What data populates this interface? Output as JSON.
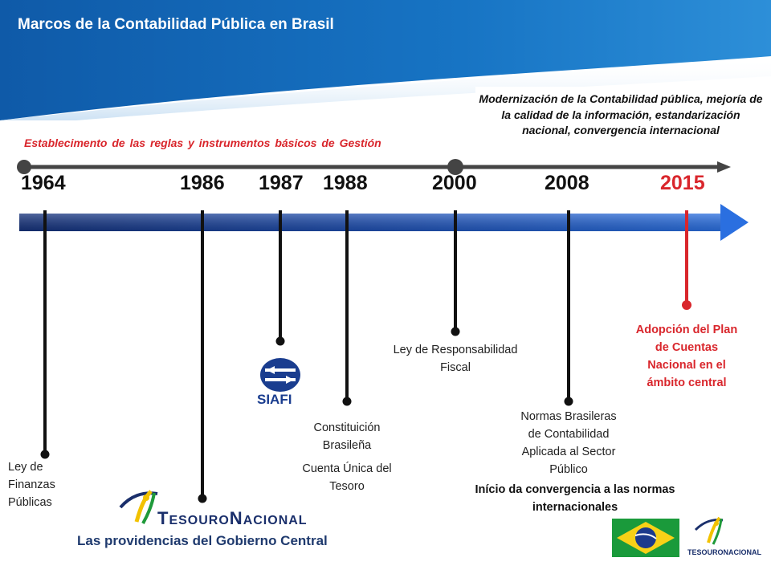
{
  "header": {
    "title": "Marcos de la Contabilidad Pública en Brasil"
  },
  "phases": {
    "establishment": "Establecimento  de las reglas  y instrumentos  básicos de Gestión",
    "modernization": "Modernización  de la Contabilidad  pública, mejoría de la calidad de la información, estandarización  nacional,  convergencia internacional"
  },
  "years": [
    {
      "label": "1964",
      "highlight": false
    },
    {
      "label": "1986",
      "highlight": false
    },
    {
      "label": "1987",
      "highlight": false
    },
    {
      "label": "1988",
      "highlight": false
    },
    {
      "label": "2000",
      "highlight": false
    },
    {
      "label": "2008",
      "highlight": false
    },
    {
      "label": "2015",
      "highlight": true
    }
  ],
  "events": {
    "e1964": [
      "Ley de",
      "Finanzas",
      "Públicas"
    ],
    "e1986": "Las providencias del Gobierno Central",
    "e1988a": [
      "Constituición",
      "Brasileña"
    ],
    "e1988b": [
      "Cuenta Única del",
      "Tesoro"
    ],
    "e2000": [
      "Ley de Responsabilidad",
      "Fiscal"
    ],
    "e2008": [
      "Normas Brasileras",
      "de Contabilidad",
      "Aplicada al Sector",
      "Público"
    ],
    "e2008b": [
      "Início da convergencia a las normas",
      "internacionales"
    ],
    "e2015": [
      "Adopción del Plan",
      "de Cuentas",
      "Nacional en el",
      "ámbito  central"
    ]
  },
  "logos": {
    "siafi": "SIAFI",
    "tesouro_a": "T",
    "tesouro_b": "ESOURO",
    "tesouro_c": "N",
    "tesouro_d": "ACIONAL",
    "tesouro_small": "TESOURONACIONAL"
  },
  "colors": {
    "header_blue": "#1566b0",
    "timeline_blue": "#1f4fb0",
    "accent_red": "#d9262c",
    "dark": "#222222",
    "flag_green": "#1a9a3b",
    "flag_yellow": "#f7d117",
    "flag_blue": "#1b3a8c"
  }
}
